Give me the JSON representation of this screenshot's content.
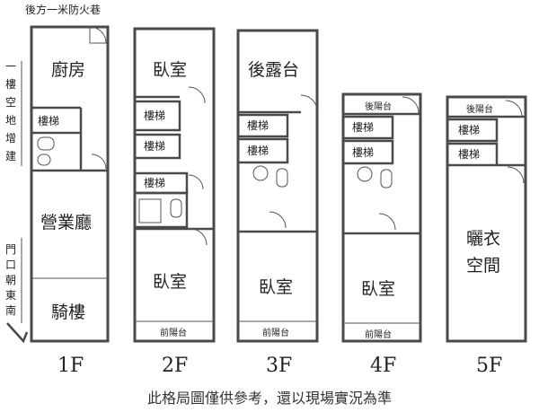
{
  "notes": {
    "fire_lane": "後方一米防火巷",
    "left_vertical": [
      "一",
      "樓",
      "空",
      "地",
      "增",
      "建"
    ],
    "door_facing": [
      "門",
      "口",
      "朝",
      "東",
      "南"
    ],
    "disclaimer": "此格局圖僅供參考，還以現場實況為準"
  },
  "floors": {
    "f1": {
      "label": "1F",
      "kitchen": "廚房",
      "stairs": "樓梯",
      "shop": "營業廳",
      "arcade": "騎樓"
    },
    "f2": {
      "label": "2F",
      "bedroom_back": "臥室",
      "stairs_a": "樓梯",
      "stairs_b": "樓梯",
      "stairs_c": "樓梯",
      "bedroom_front": "臥室",
      "balcony": "前陽台"
    },
    "f3": {
      "label": "3F",
      "back_terrace": "後露台",
      "stairs_a": "樓梯",
      "stairs_b": "樓梯",
      "bedroom": "臥室",
      "balcony": "前陽台"
    },
    "f4": {
      "label": "4F",
      "back_balcony": "後陽台",
      "stairs_a": "樓梯",
      "stairs_b": "樓梯",
      "bedroom": "臥室",
      "balcony": "前陽台"
    },
    "f5": {
      "label": "5F",
      "back_balcony": "後陽台",
      "stairs_a": "樓梯",
      "stairs_b": "樓梯",
      "drying_1": "曬衣",
      "drying_2": "空間"
    }
  }
}
